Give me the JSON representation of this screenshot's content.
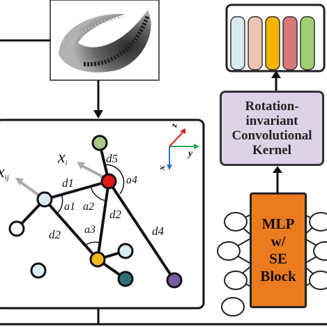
{
  "kernel": {
    "lines": [
      "Rotation-",
      "invariant",
      "Convolutional",
      "Kernel"
    ]
  },
  "mlp": {
    "lines": [
      "MLP",
      "w/",
      "SE",
      "Block"
    ]
  },
  "graph": {
    "edge_labels": [
      "d1",
      "d2",
      "d2",
      "d4",
      "d5"
    ],
    "angle_labels": [
      "a1",
      "a2",
      "a3",
      "a4"
    ],
    "vector_labels": {
      "xi_main": "x",
      "xi_sub": "i",
      "xij_main": "x",
      "xij_sub": "ij"
    },
    "axes": {
      "x": "x",
      "y": "y",
      "z": "z"
    }
  },
  "colors": {
    "kernel_fill": "#dcd4e6",
    "mlp_fill": "#ec7a1e",
    "feature_bars": [
      "#d9ebee",
      "#ecc2b0",
      "#f6b400",
      "#d87878",
      "#9fcf6f"
    ],
    "node_red": "#e01818",
    "node_green": "#a9c98a",
    "node_blue_light": "#d8ecf4",
    "node_yellow": "#f2b81c",
    "node_teal": "#2f6f7a",
    "node_purple": "#7a5aa6"
  }
}
